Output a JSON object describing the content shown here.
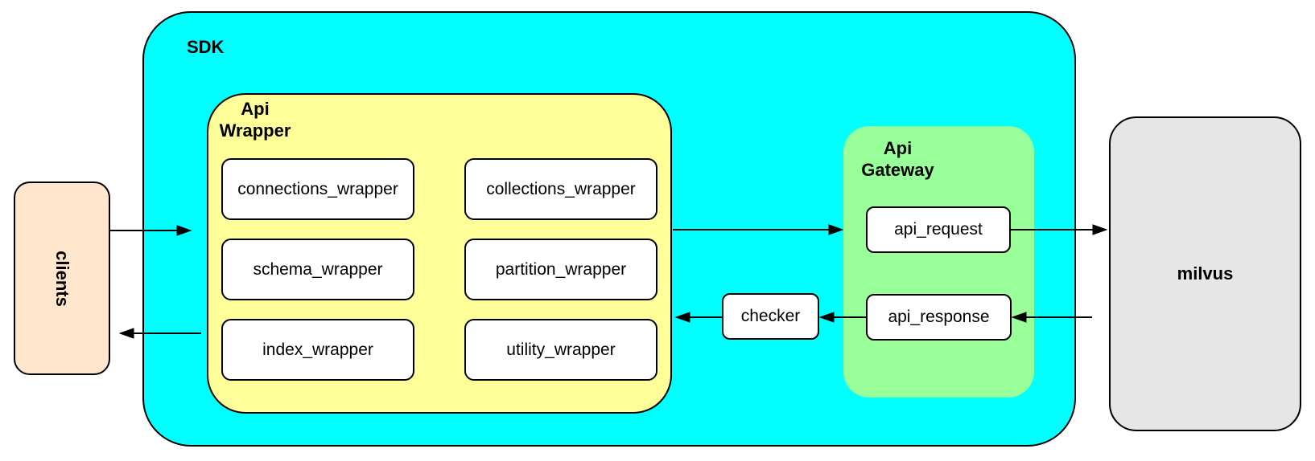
{
  "colors": {
    "sdk_fill": "#00FFFF",
    "api_wrapper_fill": "#FFFF99",
    "api_gateway_fill": "#99FF99",
    "clients_fill": "#FFE6CC",
    "milvus_fill": "#E6E6E6",
    "node_fill": "#FFFFFF",
    "stroke": "#000000"
  },
  "nodes": {
    "clients": {
      "label": "clients"
    },
    "sdk": {
      "label": "SDK"
    },
    "api_wrapper": {
      "label_line1": "Api",
      "label_line2": "Wrapper",
      "modules": [
        {
          "label": "connections_wrapper"
        },
        {
          "label": "collections_wrapper"
        },
        {
          "label": "schema_wrapper"
        },
        {
          "label": "partition_wrapper"
        },
        {
          "label": "index_wrapper"
        },
        {
          "label": "utility_wrapper"
        }
      ]
    },
    "checker": {
      "label": "checker"
    },
    "api_gateway": {
      "label_line1": "Api",
      "label_line2": "Gateway",
      "modules": [
        {
          "label": "api_request"
        },
        {
          "label": "api_response"
        }
      ]
    },
    "milvus": {
      "label": "milvus"
    }
  },
  "edges": [
    {
      "from": "clients",
      "to": "api_wrapper",
      "direction": "right"
    },
    {
      "from": "api_wrapper",
      "to": "api_gateway",
      "direction": "right"
    },
    {
      "from": "api_request",
      "to": "milvus",
      "direction": "right"
    },
    {
      "from": "milvus",
      "to": "api_response",
      "direction": "left"
    },
    {
      "from": "api_response",
      "to": "checker",
      "direction": "left"
    },
    {
      "from": "checker",
      "to": "api_wrapper",
      "direction": "left"
    },
    {
      "from": "sdk",
      "to": "clients",
      "direction": "left"
    }
  ]
}
